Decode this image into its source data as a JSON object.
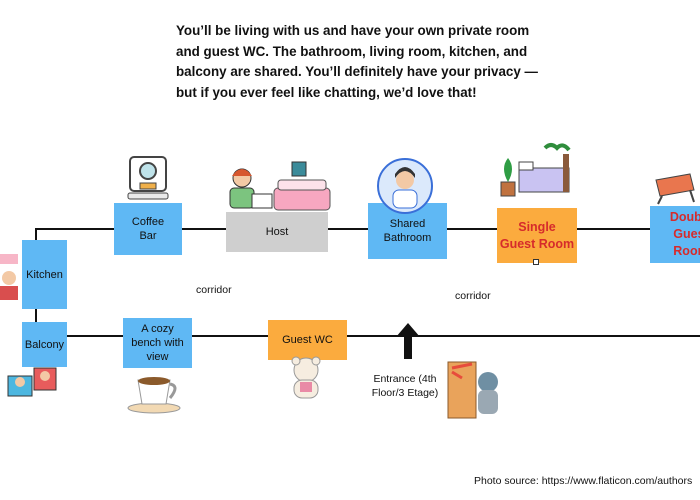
{
  "intro": "You’ll be living with us and have your own private room and guest WC. The bathroom, living room, kitchen, and balcony are shared. You’ll definitely have your privacy — but if you ever feel like chatting, we’d love that!",
  "rooms": {
    "coffee_bar": "Coffee Bar",
    "host": "Host",
    "shared_bathroom": "Shared Bathroom",
    "single_guest_room": "Single Guest Room",
    "double_guest_room": "Double Guest Room",
    "kitchen": "Kitchen",
    "balcony": "Balcony",
    "cozy_bench": "A cozy bench with view",
    "guest_wc": "Guest WC"
  },
  "labels": {
    "corridor_left": "corridor",
    "corridor_right": "corridor",
    "entrance": "Entrance (4th Floor/3 Etage)"
  },
  "credit": "Photo source: https://www.flaticon.com/authors",
  "colors": {
    "room_blue": "#5fb8f4",
    "room_orange": "#fbab3e",
    "host_grey": "#cfcfcf",
    "accent_red": "#d62b2b"
  }
}
